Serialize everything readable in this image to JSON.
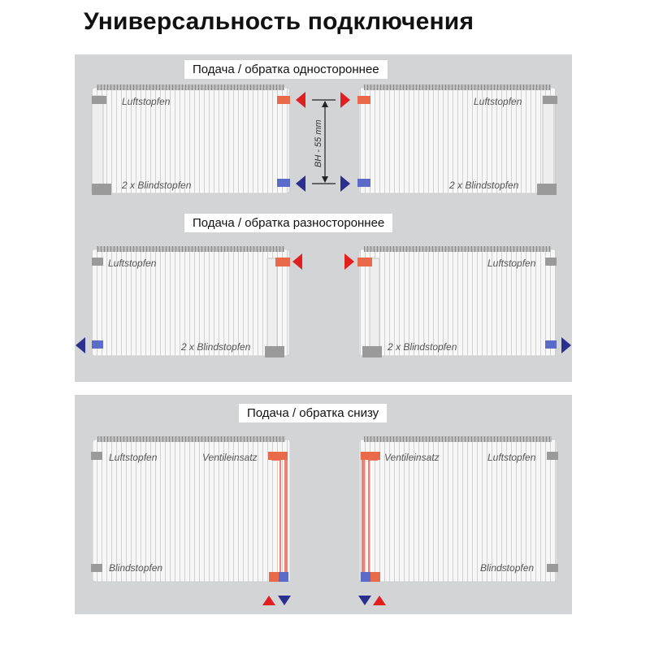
{
  "title": "Универсальность подключения",
  "sections": {
    "one_side": "Подача / обратка одностороннее",
    "diagonal": "Подача / обратка разностороннее",
    "bottom": "Подача / обратка снизу"
  },
  "dimension_label": "BH - 55 mm",
  "radiator_labels": {
    "air_plug": "Luftstopfen",
    "blind_plugs": "2 x Blindstopfen",
    "blind_plug": "Blindstopfen",
    "valve_insert": "Ventileinsatz"
  },
  "colors": {
    "supply": "#e02020",
    "return": "#2b2f8f",
    "panel_bg": "#d3d4d6",
    "supply_pipe": "#f08070"
  }
}
